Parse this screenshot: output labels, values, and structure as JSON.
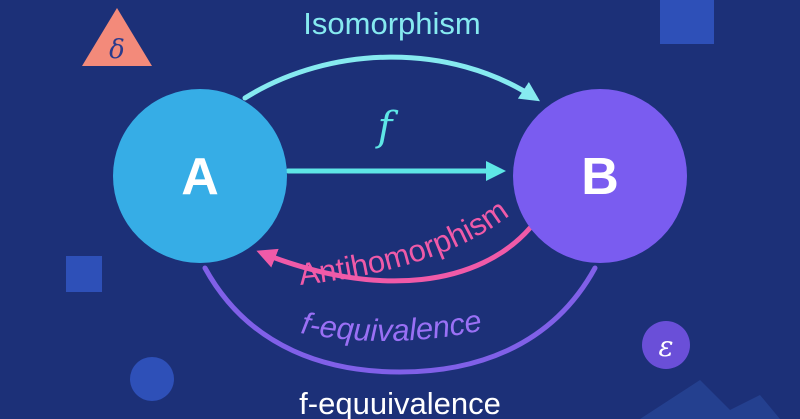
{
  "diagram": {
    "node_a": {
      "label": "A",
      "color": "#36ade6"
    },
    "node_b": {
      "label": "B",
      "color": "#7a5cf0"
    },
    "top_label": {
      "text": "Isomorphism",
      "color": "#86eaf0"
    },
    "f_label": {
      "text": "f",
      "color": "#5ee6e6"
    },
    "anti_label": {
      "text": "Antihomorphism",
      "color": "#f05aa8"
    },
    "lower_arc_label": {
      "text": "f-equivalence",
      "color": "#9a70f5"
    },
    "bottom_label": {
      "text": "f-equuivalence",
      "color": "#ffffff"
    },
    "delta_badge": {
      "symbol": "δ",
      "color": "#f38a7a"
    },
    "epsilon_badge": {
      "symbol": "ε",
      "color": "#6a4fd8"
    },
    "background": "#1c3078"
  }
}
